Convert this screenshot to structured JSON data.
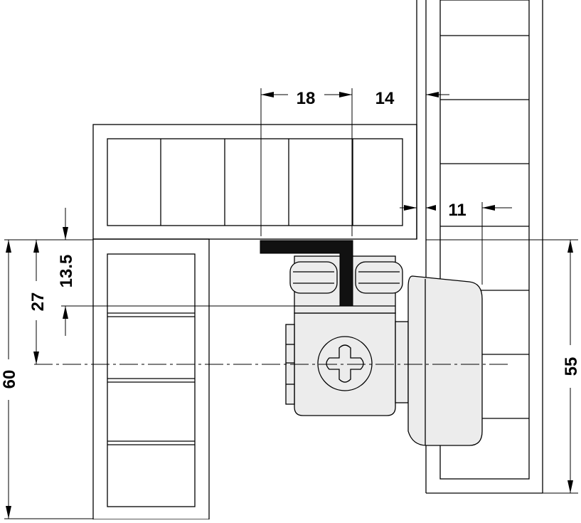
{
  "dimensions": {
    "d18": "18",
    "d14": "14",
    "d11": "11",
    "d13_5": "13.5",
    "d27": "27",
    "d60": "60",
    "d55": "55"
  }
}
